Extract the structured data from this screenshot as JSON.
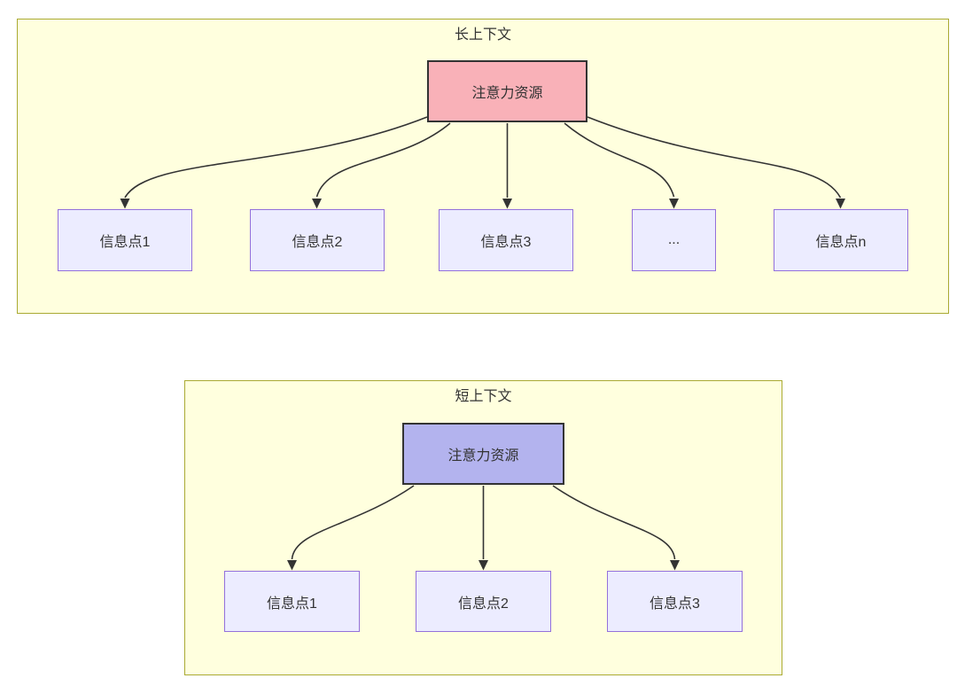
{
  "diagram": {
    "long_context": {
      "title": "长上下文",
      "source_label": "注意力资源",
      "targets": [
        "信息点1",
        "信息点2",
        "信息点3",
        "...",
        "信息点n"
      ]
    },
    "short_context": {
      "title": "短上下文",
      "source_label": "注意力资源",
      "targets": [
        "信息点1",
        "信息点2",
        "信息点3"
      ]
    },
    "colors": {
      "page_bg": "#ffffff",
      "container_fill": "#ffffde",
      "container_border": "#aaaa33",
      "node_fill": "#ececff",
      "node_border": "#9370db",
      "long_source_fill": "#f9b1b8",
      "short_source_fill": "#b3b3ee",
      "edge_color": "#333333",
      "text_color": "#333333"
    }
  }
}
